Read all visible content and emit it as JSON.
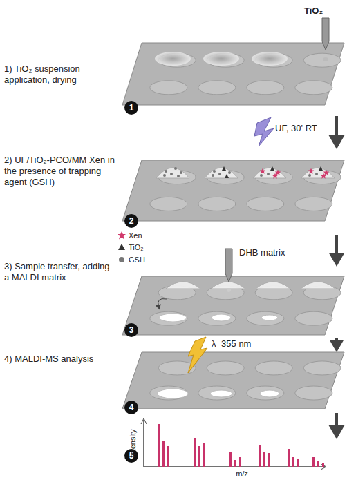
{
  "diagram": {
    "nodes": [
      {
        "text": [
          "1"
        ]
      },
      {
        "text": [
          "2"
        ]
      },
      {
        "text": [
          "3"
        ]
      },
      {
        "text": [
          "4"
        ]
      },
      {
        "text": [
          "5"
        ]
      }
    ],
    "labels": [
      "TiO₂",
      "1) TiO₂ suspension application, drying",
      "UF, 30' RT",
      "2) UF/TiO₂-PCO/MM Xen in the presence of trapping agent (GSH)",
      "DHB matrix",
      "3) Sample transfer, adding a MALDI matrix",
      "λ=355 nm",
      "4) MALDI-MS analysis",
      "Intensity",
      "m/z"
    ],
    "legend": [
      {
        "text": "Xen"
      },
      {
        "text": "TiO₂"
      },
      {
        "text": "GSH"
      }
    ]
  }
}
